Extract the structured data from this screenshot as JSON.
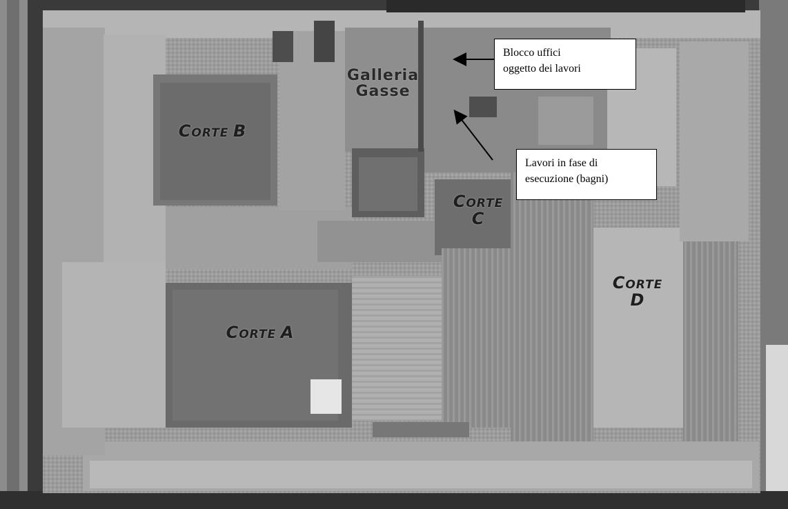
{
  "map": {
    "courts": [
      {
        "id": "corte-b",
        "first": "C",
        "rest": "ORTE",
        "letter": "B"
      },
      {
        "id": "corte-a",
        "first": "C",
        "rest": "ORTE",
        "letter": "A"
      },
      {
        "id": "corte-c",
        "first": "C",
        "rest": "ORTE",
        "letter": "C"
      },
      {
        "id": "corte-d",
        "first": "C",
        "rest": "ORTE",
        "letter": "D"
      }
    ],
    "galleria": {
      "line1": "Galleria",
      "line2": "Gasse"
    }
  },
  "callouts": {
    "office_block": {
      "line1": "Blocco uffici",
      "line2": "oggetto dei lavori"
    },
    "works_in_progress": {
      "line1": "Lavori in fase di",
      "line2": "esecuzione (bagni)"
    }
  },
  "colors": {
    "background": "#ffffff",
    "roof_light": "#a9a9a9",
    "roof_dark": "#7d7d7d",
    "courtyard": "#6e6e6e",
    "street": "#2b2b2b",
    "label_text": "#1e1e1e",
    "callout_border": "#000000"
  }
}
